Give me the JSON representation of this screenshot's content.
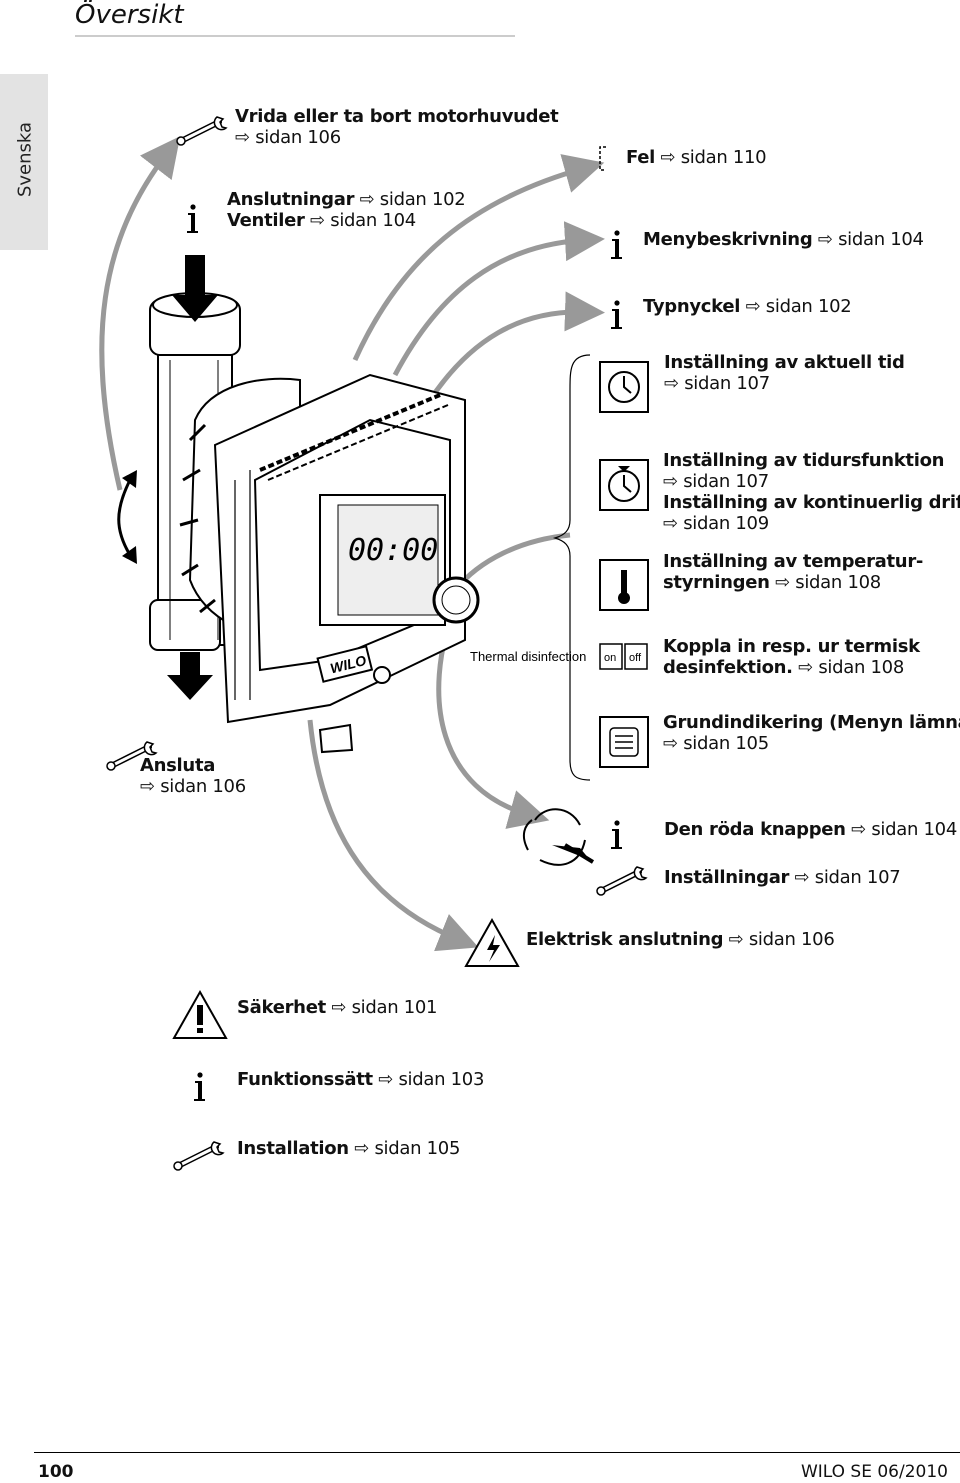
{
  "page_title": "Översikt",
  "side_tab": "Svenska",
  "arrow_glyph": "⇨",
  "labels": {
    "motorhead": {
      "bold": "Vrida eller ta bort motorhuvudet",
      "ref": "sidan 106"
    },
    "anslutningar": {
      "bold": "Anslutningar",
      "ref": "sidan 102"
    },
    "ventiler": {
      "bold": "Ventiler",
      "ref": "sidan 104"
    },
    "fel": {
      "bold": "Fel",
      "ref": "sidan 110"
    },
    "meny": {
      "bold": "Menybeskrivning",
      "ref": "sidan 104"
    },
    "typnyckel": {
      "bold": "Typnyckel",
      "ref": "sidan 102"
    },
    "aktuell_tid": {
      "bold": "Inställning av aktuell tid",
      "ref": "sidan 107"
    },
    "tidsfunktion": {
      "bold": "Inställning av tidursfunktion",
      "ref": "sidan 107"
    },
    "kontinuerlig": {
      "bold": "Inställning av kontinuerlig drift",
      "ref": "sidan 109"
    },
    "temperatur_1": {
      "bold": "Inställning av temperatur-"
    },
    "temperatur_2": {
      "bold": "styrningen",
      "ref": "sidan 108"
    },
    "termisk_1": {
      "bold": "Koppla in resp. ur termisk"
    },
    "termisk_2": {
      "bold": "desinfektion.",
      "ref": "sidan 108"
    },
    "grund": {
      "bold": "Grundindikering (Menyn lämnas)",
      "ref": "sidan 105"
    },
    "ansluta": {
      "bold": "Ansluta",
      "ref": "sidan 106"
    },
    "roda": {
      "bold": "Den röda knappen",
      "ref": "sidan 104"
    },
    "installningar": {
      "bold": "Inställningar",
      "ref": "sidan 107"
    },
    "elektrisk": {
      "bold": "Elektrisk anslutning",
      "ref": "sidan 106"
    },
    "sakerhet": {
      "bold": "Säkerhet",
      "ref": "sidan 101"
    },
    "funktion": {
      "bold": "Funktionssätt",
      "ref": "sidan 103"
    },
    "installation": {
      "bold": "Installation",
      "ref": "sidan 105"
    }
  },
  "device": {
    "display_time": "00:00",
    "thermal_label": "Thermal disinfection",
    "switch_on": "on",
    "switch_off": "off",
    "brand": "WILO"
  },
  "footer": {
    "page_number": "100",
    "doc_ref": "WILO SE 06/2010"
  }
}
